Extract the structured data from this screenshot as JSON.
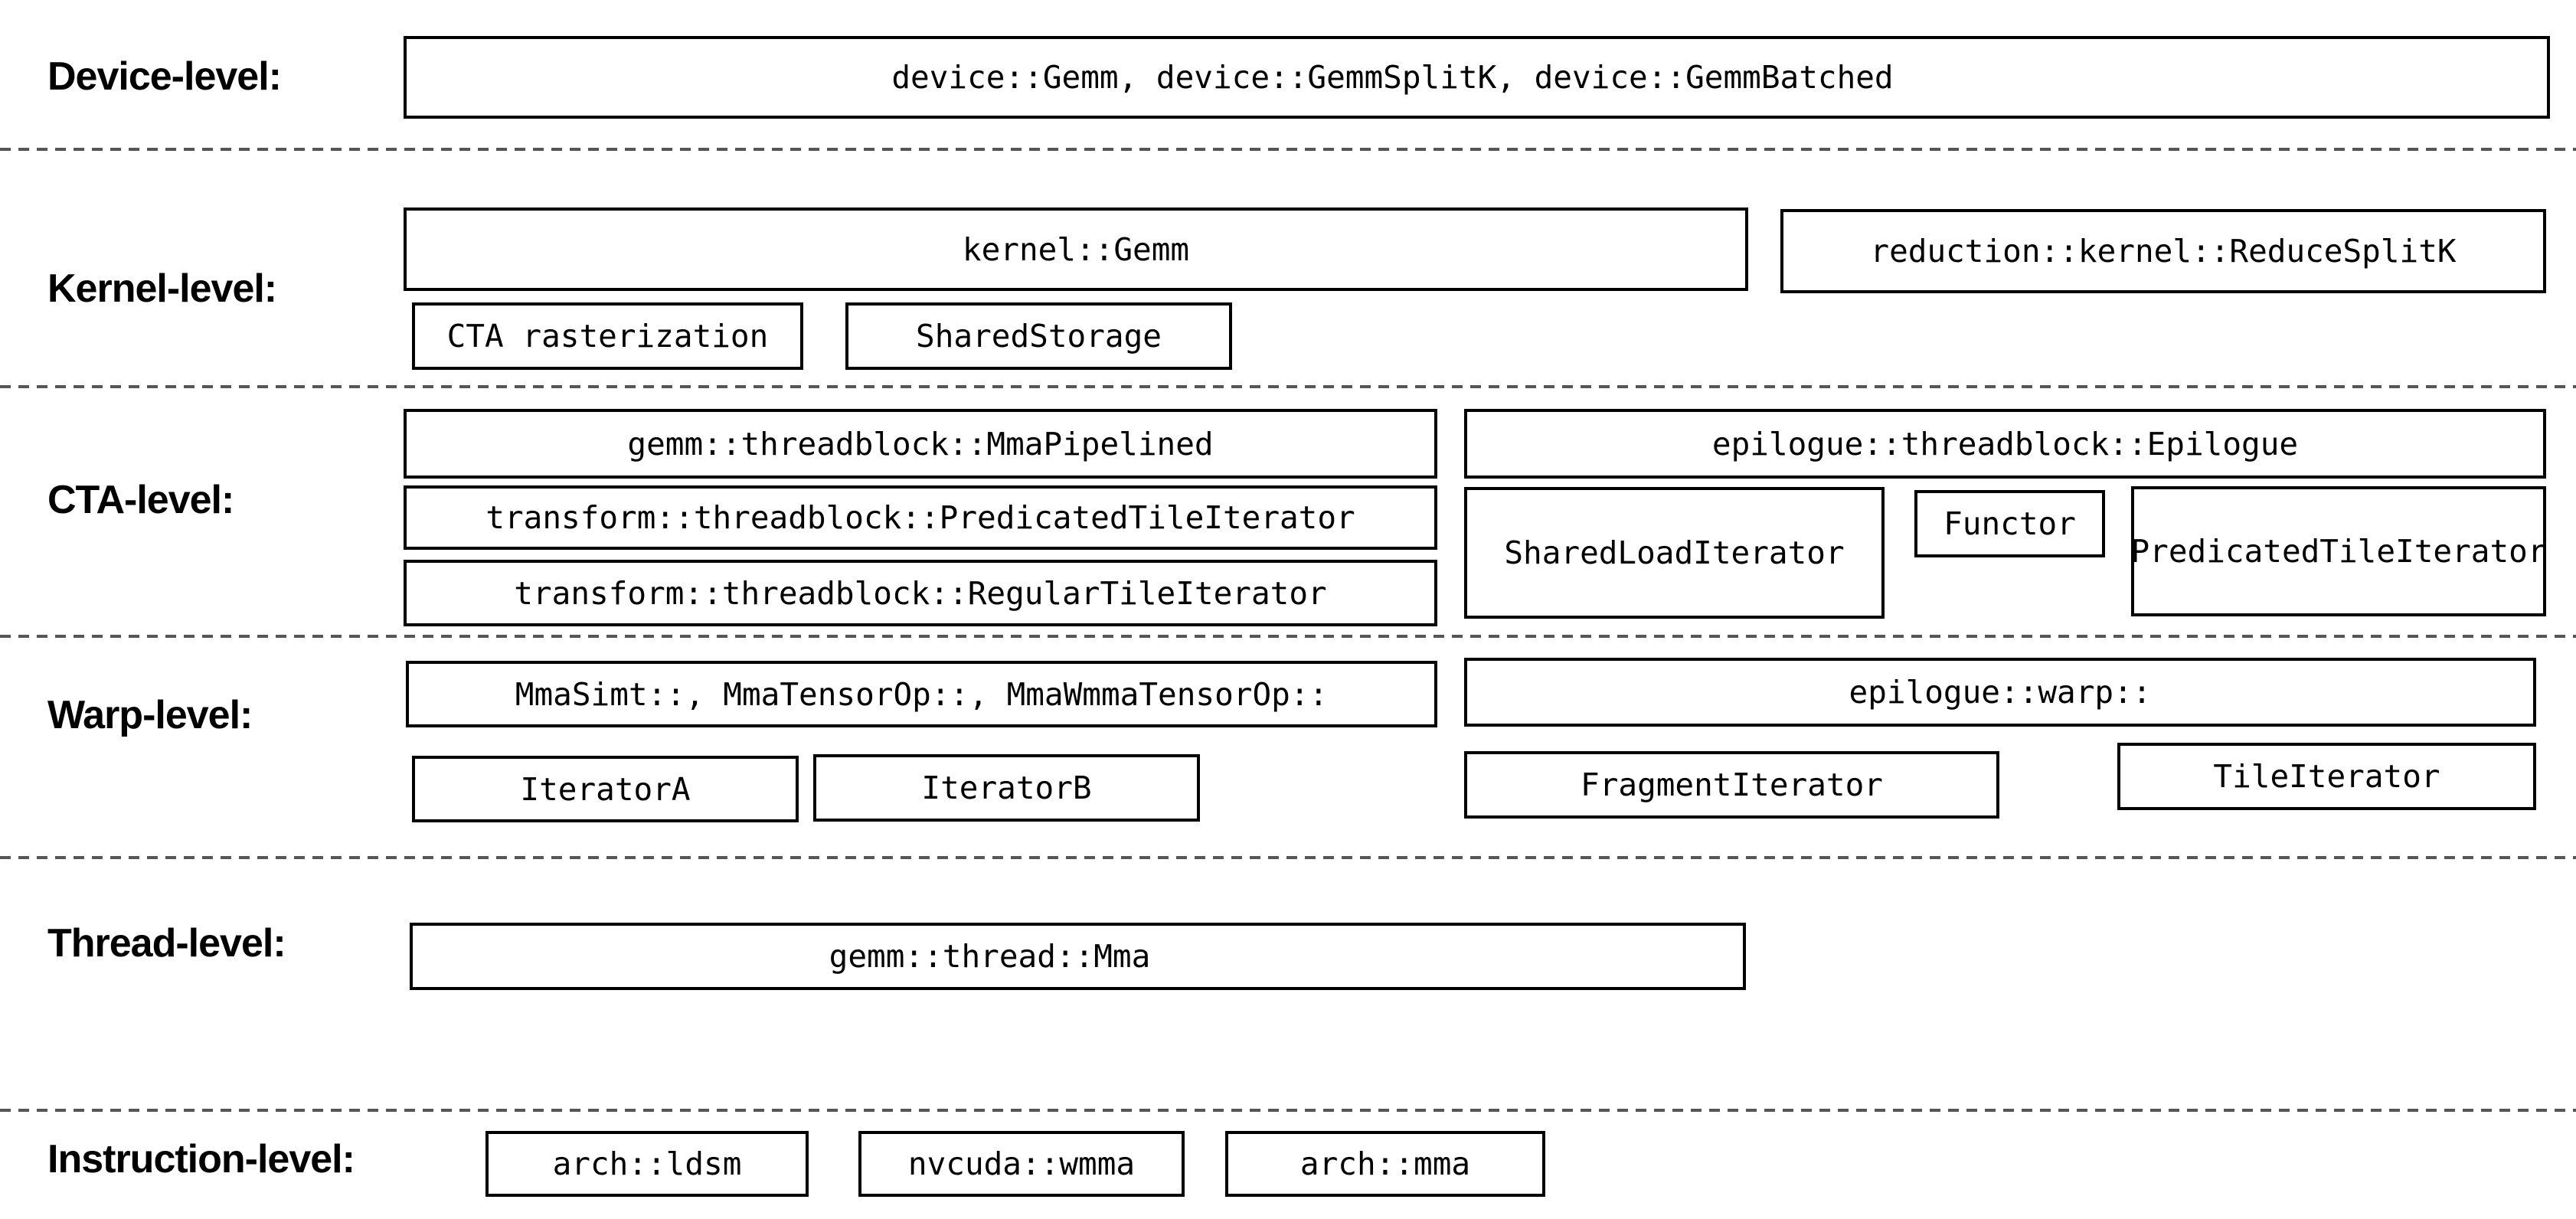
{
  "diagram_title": "CUTLASS GEMM component hierarchy",
  "colors": {
    "background": "#ffffff",
    "box_border": "#000000",
    "text": "#000000",
    "separator": "#555555"
  },
  "levels": [
    {
      "label": "Device-level:",
      "boxes": [
        "device::Gemm, device::GemmSplitK, device::GemmBatched"
      ]
    },
    {
      "label": "Kernel-level:",
      "boxes": [
        "kernel::Gemm",
        "reduction::kernel::ReduceSplitK",
        "CTA rasterization",
        "SharedStorage"
      ]
    },
    {
      "label": "CTA-level:",
      "boxes": [
        "gemm::threadblock::MmaPipelined",
        "transform::threadblock::PredicatedTileIterator",
        "transform::threadblock::RegularTileIterator",
        "epilogue::threadblock::Epilogue",
        "SharedLoadIterator",
        "Functor",
        "PredicatedTileIterator"
      ]
    },
    {
      "label": "Warp-level:",
      "boxes": [
        "MmaSimt::, MmaTensorOp::, MmaWmmaTensorOp::",
        "epilogue::warp::",
        "IteratorA",
        "IteratorB",
        "FragmentIterator",
        "TileIterator"
      ]
    },
    {
      "label": "Thread-level:",
      "boxes": [
        "gemm::thread::Mma"
      ]
    },
    {
      "label": "Instruction-level:",
      "boxes": [
        "arch::ldsm",
        "nvcuda::wmma",
        "arch::mma"
      ]
    }
  ]
}
